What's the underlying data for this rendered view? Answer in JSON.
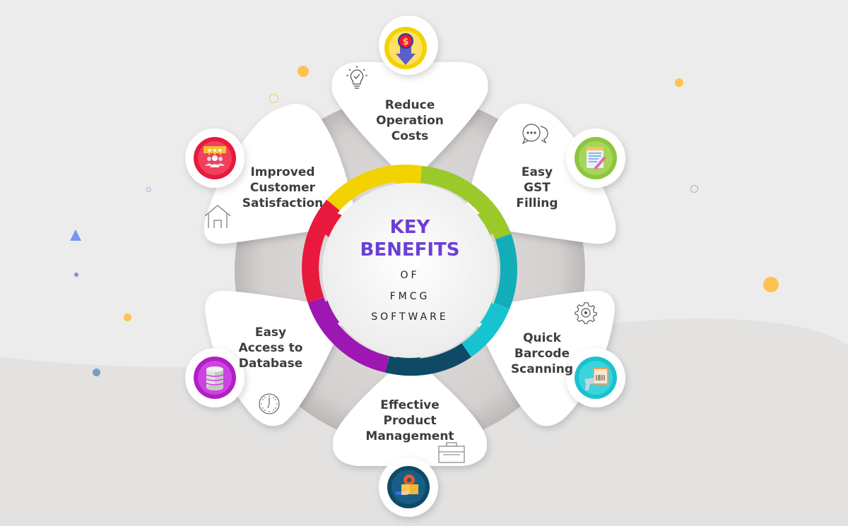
{
  "center": {
    "line1": "KEY",
    "line2": "BENEFITS",
    "line3": "OF",
    "line4": "FMCG",
    "line5": "SOFTWARE",
    "title_color": "#6b3fd6"
  },
  "benefits": [
    {
      "label": "Reduce\nOperation\nCosts",
      "icon": "dollar-down-arrow-icon",
      "line_icon": "lightbulb-check-icon",
      "color": "#f2d200"
    },
    {
      "label": "Easy\nGST\nFilling",
      "icon": "notepad-pencil-icon",
      "line_icon": "chat-bubbles-icon",
      "color": "#9bc92a"
    },
    {
      "label": "Quick\nBarcode\nScanning",
      "icon": "barcode-scanner-icon",
      "line_icon": "gear-icon",
      "color": "#17c3cf"
    },
    {
      "label": "Effective\nProduct\nManagement",
      "icon": "product-box-gear-icon",
      "line_icon": "briefcase-icon",
      "color": "#0e4a66"
    },
    {
      "label": "Easy\nAccess to\nDatabase",
      "icon": "database-icon",
      "line_icon": "clock-icon",
      "color": "#b21fc4"
    },
    {
      "label": "Improved\nCustomer\nSatisfaction",
      "icon": "rating-customers-icon",
      "line_icon": "house-icon",
      "color": "#e8193c"
    }
  ],
  "colors": {
    "background": "#ececec",
    "wave": "#e3e2e1",
    "backplate": "#d6d2d2",
    "petal": "#ffffff",
    "label_text": "#3d3d3d",
    "accent_yellow": "#ffc24f",
    "accent_blue": "#7a95f0"
  }
}
